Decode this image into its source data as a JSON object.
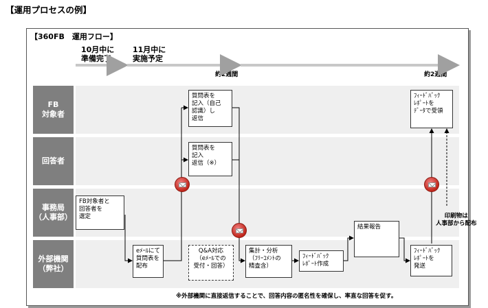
{
  "page_title": "【運用プロセスの例】",
  "frame_title": "【360FB　運用フロー】",
  "timeline": {
    "milestone1": [
      "10月中に",
      "準備完了"
    ],
    "milestone2": [
      "11月中に",
      "実施予定"
    ],
    "period1": "約2週間",
    "period2": "約2週間"
  },
  "lanes": [
    {
      "label": [
        "FB",
        "対象者"
      ]
    },
    {
      "label": [
        "回答者"
      ]
    },
    {
      "label": [
        "事務局",
        "（人事部）"
      ]
    },
    {
      "label": [
        "外部機関",
        "（弊社）"
      ]
    }
  ],
  "boxes": {
    "select_targets": "FB対象者と\n回答者を\n選定",
    "self_fill": "質問表を\n記入（自己\n認識）し\n返信",
    "respondent_fill": "質問表を\n記入\n返信（※）",
    "distribute": "eﾒｰﾙにて\n質問表を\n配布",
    "qa": "Q&A対応\n（eﾒｰﾙでの\n受付・回答）",
    "aggregate": "集計・分析\n（ﾌﾘｰｺﾒﾝﾄの\n精査含）",
    "report_create": "ﾌｨｰﾄﾞﾊﾞｯｸ\nﾚﾎﾟｰﾄ作成",
    "results": "結果報告",
    "send_report": "ﾌｨｰﾄﾞﾊﾞｯｸ\nﾚﾎﾟｰﾄを\n発送",
    "receive_report": "ﾌｨｰﾄﾞﾊﾞｯｸ\nﾚﾎﾟｰﾄを\nﾃﾞｰﾀで受領"
  },
  "side_note": "印刷物は\n人事部から配布",
  "footnote": "※外部機関に直接返信することで、回答内容の匿名性を確保し、率直な回答を促す。"
}
